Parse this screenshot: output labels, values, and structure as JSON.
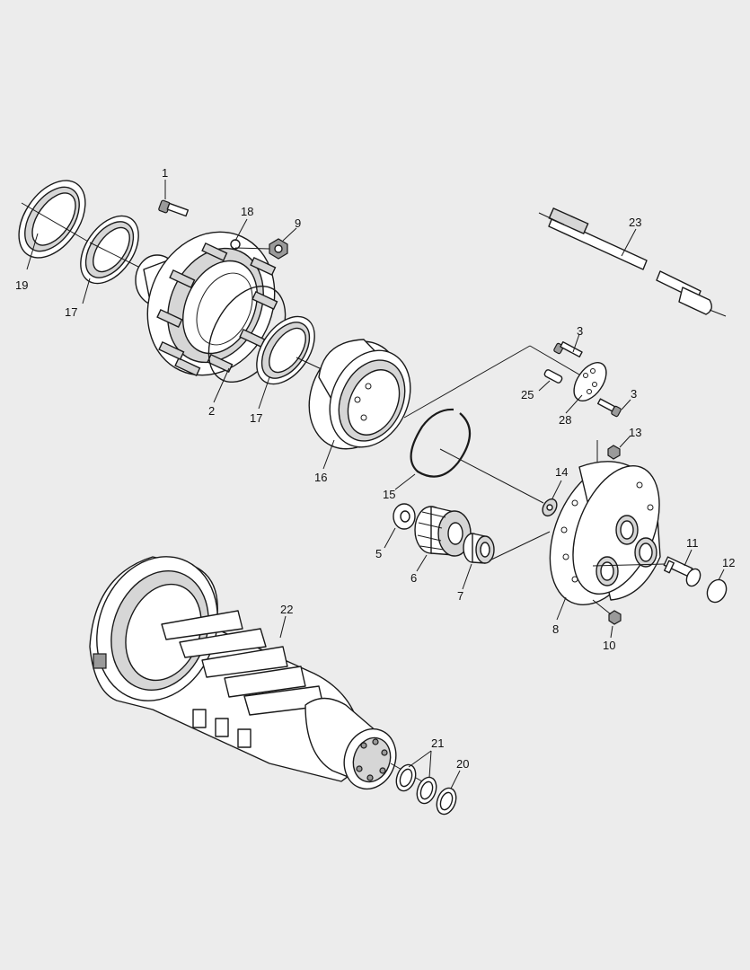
{
  "callouts": [
    {
      "id": "1",
      "text": "1"
    },
    {
      "id": "2",
      "text": "2"
    },
    {
      "id": "3a",
      "text": "3"
    },
    {
      "id": "3b",
      "text": "3"
    },
    {
      "id": "5",
      "text": "5"
    },
    {
      "id": "6",
      "text": "6"
    },
    {
      "id": "7",
      "text": "7"
    },
    {
      "id": "8",
      "text": "8"
    },
    {
      "id": "9",
      "text": "9"
    },
    {
      "id": "10",
      "text": "10"
    },
    {
      "id": "11",
      "text": "11"
    },
    {
      "id": "12",
      "text": "12"
    },
    {
      "id": "13",
      "text": "13"
    },
    {
      "id": "14",
      "text": "14"
    },
    {
      "id": "15",
      "text": "15"
    },
    {
      "id": "16",
      "text": "16"
    },
    {
      "id": "17a",
      "text": "17"
    },
    {
      "id": "17b",
      "text": "17"
    },
    {
      "id": "18",
      "text": "18"
    },
    {
      "id": "19",
      "text": "19"
    },
    {
      "id": "20",
      "text": "20"
    },
    {
      "id": "21",
      "text": "21"
    },
    {
      "id": "22",
      "text": "22"
    },
    {
      "id": "23",
      "text": "23"
    },
    {
      "id": "25",
      "text": "25"
    },
    {
      "id": "28",
      "text": "28"
    }
  ]
}
